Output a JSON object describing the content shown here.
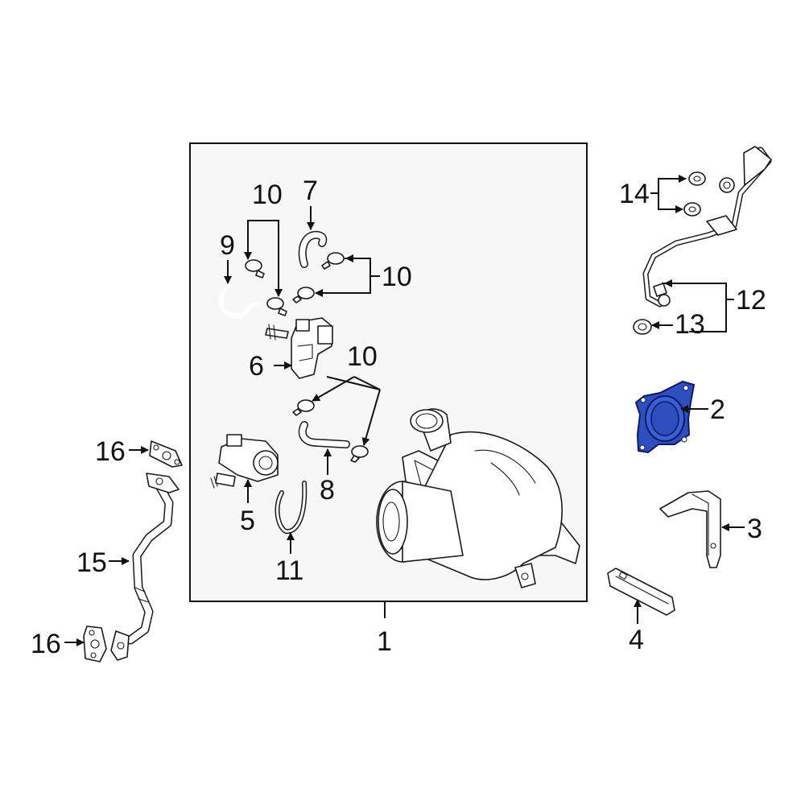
{
  "diagram": {
    "callouts": {
      "c1": "1",
      "c2": "2",
      "c3": "3",
      "c4": "4",
      "c5": "5",
      "c6": "6",
      "c7": "7",
      "c8": "8",
      "c9": "9",
      "c10a": "10",
      "c10b": "10",
      "c10c": "10",
      "c11": "11",
      "c12": "12",
      "c13": "13",
      "c14": "14",
      "c15": "15",
      "c16a": "16",
      "c16b": "16"
    },
    "colors": {
      "highlight": "#2f4fbf",
      "highlight_stroke": "#0b1a66",
      "panel_bg": "#f7f7f7",
      "line": "#1a1a1a"
    }
  }
}
